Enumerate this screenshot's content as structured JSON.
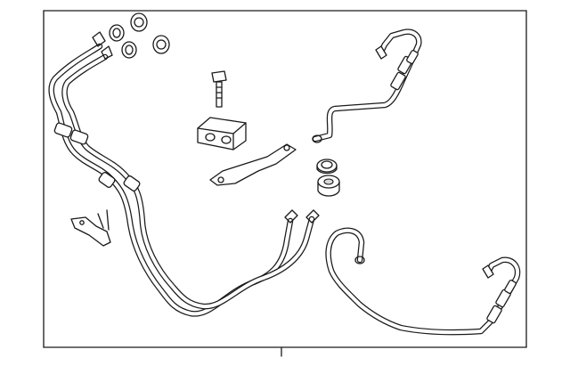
{
  "diagram": {
    "frame_color": "#1a1a1a",
    "background": "#ffffff",
    "parts": [
      {
        "name": "oil-cooler-lines-assembly"
      },
      {
        "name": "o-ring-seals"
      },
      {
        "name": "upper-cooler-line"
      },
      {
        "name": "lower-cooler-line"
      },
      {
        "name": "mounting-bolt"
      },
      {
        "name": "line-clamp"
      },
      {
        "name": "mounting-bracket"
      },
      {
        "name": "retainer-clip"
      },
      {
        "name": "grommet"
      },
      {
        "name": "bushing"
      }
    ]
  }
}
